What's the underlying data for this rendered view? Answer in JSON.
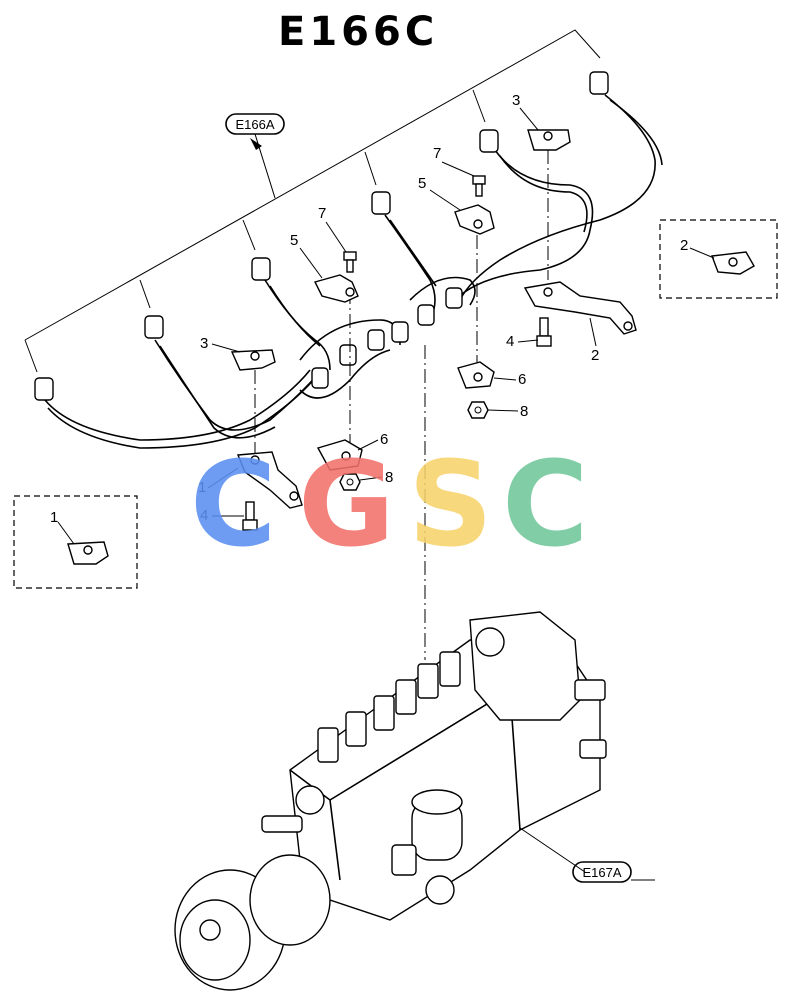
{
  "figure": {
    "title": "E166C"
  },
  "references": {
    "top": "E166A",
    "bottom": "E167A"
  },
  "callouts": {
    "c1_left": "1",
    "c1_box": "1",
    "c2_box": "2",
    "c2_bracket": "2",
    "c3_left": "3",
    "c3_right": "3",
    "c4_left": "4",
    "c4_right": "4",
    "c5_left": "5",
    "c5_right": "5",
    "c6_left": "6",
    "c6_right": "6",
    "c7_left": "7",
    "c7_right": "7",
    "c8_left": "8",
    "c8_right": "8"
  },
  "watermark": {
    "letters": [
      "C",
      "G",
      "S",
      "C"
    ],
    "colors": [
      "#5b8ff2",
      "#f2706a",
      "#f8d36a",
      "#6fc79a"
    ]
  }
}
